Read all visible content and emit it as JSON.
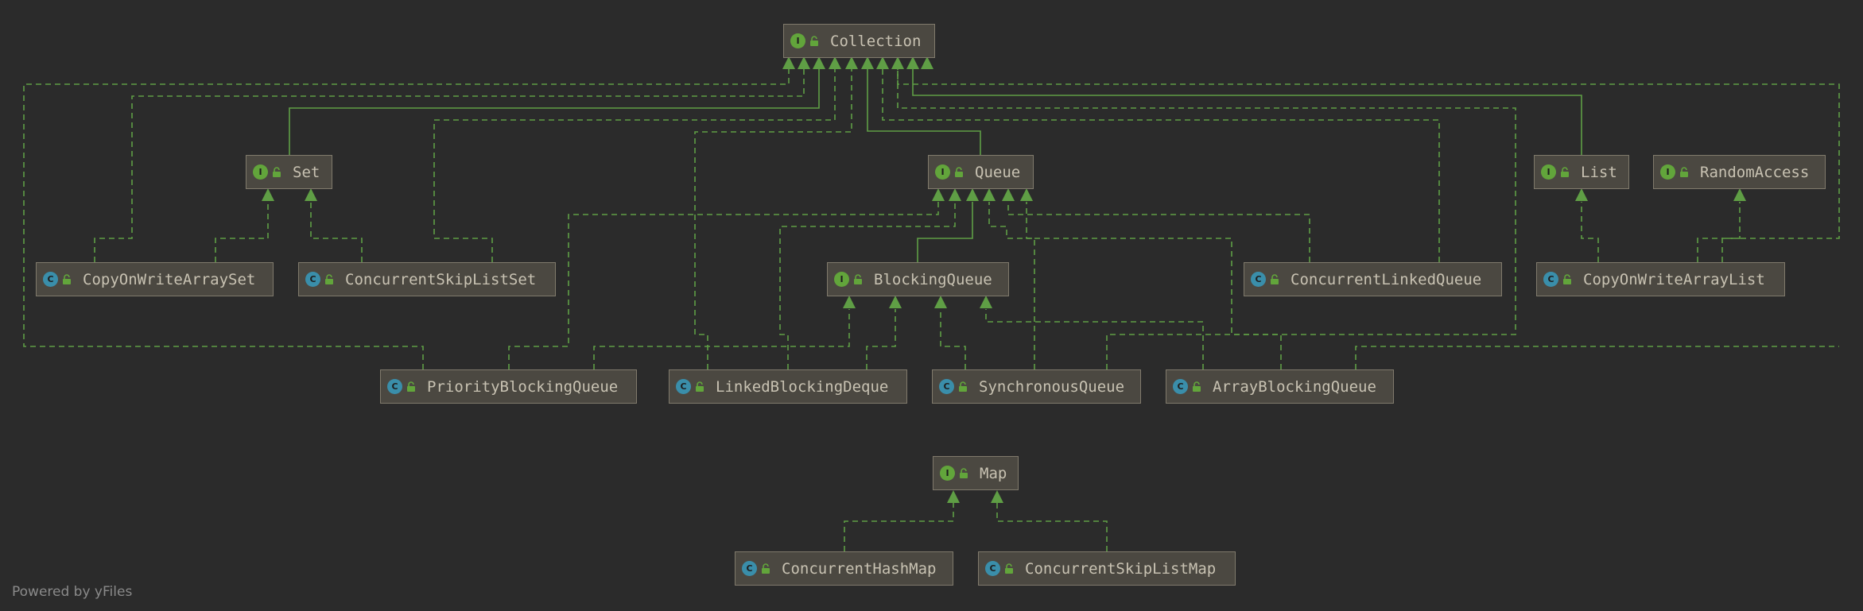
{
  "nodes": {
    "collection": {
      "label": "Collection",
      "kind": "I",
      "badge": "I"
    },
    "set": {
      "label": "Set",
      "kind": "I",
      "badge": "I"
    },
    "queue": {
      "label": "Queue",
      "kind": "I",
      "badge": "I"
    },
    "list": {
      "label": "List",
      "kind": "I",
      "badge": "I"
    },
    "random_access": {
      "label": "RandomAccess",
      "kind": "I",
      "badge": "I"
    },
    "cow_set": {
      "label": "CopyOnWriteArraySet",
      "kind": "C",
      "badge": "C"
    },
    "csl_set": {
      "label": "ConcurrentSkipListSet",
      "kind": "C",
      "badge": "C"
    },
    "blocking_queue": {
      "label": "BlockingQueue",
      "kind": "I",
      "badge": "I"
    },
    "clq": {
      "label": "ConcurrentLinkedQueue",
      "kind": "C",
      "badge": "C"
    },
    "cow_list": {
      "label": "CopyOnWriteArrayList",
      "kind": "C",
      "badge": "C"
    },
    "pbq": {
      "label": "PriorityBlockingQueue",
      "kind": "C",
      "badge": "C"
    },
    "lbd": {
      "label": "LinkedBlockingDeque",
      "kind": "C",
      "badge": "C"
    },
    "sq": {
      "label": "SynchronousQueue",
      "kind": "C",
      "badge": "C"
    },
    "abq": {
      "label": "ArrayBlockingQueue",
      "kind": "C",
      "badge": "C"
    },
    "map": {
      "label": "Map",
      "kind": "I",
      "badge": "I"
    },
    "chm": {
      "label": "ConcurrentHashMap",
      "kind": "C",
      "badge": "C"
    },
    "cslm": {
      "label": "ConcurrentSkipListMap",
      "kind": "C",
      "badge": "C"
    }
  },
  "edges": [
    {
      "from": "set",
      "to": "collection",
      "type": "extends"
    },
    {
      "from": "queue",
      "to": "collection",
      "type": "extends"
    },
    {
      "from": "list",
      "to": "collection",
      "type": "extends"
    },
    {
      "from": "blocking_queue",
      "to": "queue",
      "type": "extends"
    },
    {
      "from": "cow_set",
      "to": "set",
      "type": "implements"
    },
    {
      "from": "cow_set",
      "to": "collection",
      "type": "implements"
    },
    {
      "from": "csl_set",
      "to": "set",
      "type": "implements"
    },
    {
      "from": "csl_set",
      "to": "collection",
      "type": "implements"
    },
    {
      "from": "clq",
      "to": "queue",
      "type": "implements"
    },
    {
      "from": "clq",
      "to": "collection",
      "type": "implements"
    },
    {
      "from": "cow_list",
      "to": "list",
      "type": "implements"
    },
    {
      "from": "cow_list",
      "to": "random_access",
      "type": "implements"
    },
    {
      "from": "cow_list",
      "to": "collection",
      "type": "implements"
    },
    {
      "from": "pbq",
      "to": "blocking_queue",
      "type": "implements"
    },
    {
      "from": "pbq",
      "to": "queue",
      "type": "implements"
    },
    {
      "from": "pbq",
      "to": "collection",
      "type": "implements"
    },
    {
      "from": "lbd",
      "to": "blocking_queue",
      "type": "implements"
    },
    {
      "from": "lbd",
      "to": "queue",
      "type": "implements"
    },
    {
      "from": "lbd",
      "to": "collection",
      "type": "implements"
    },
    {
      "from": "sq",
      "to": "blocking_queue",
      "type": "implements"
    },
    {
      "from": "sq",
      "to": "queue",
      "type": "implements"
    },
    {
      "from": "sq",
      "to": "collection",
      "type": "implements"
    },
    {
      "from": "abq",
      "to": "blocking_queue",
      "type": "implements"
    },
    {
      "from": "abq",
      "to": "queue",
      "type": "implements"
    },
    {
      "from": "abq",
      "to": "collection",
      "type": "implements"
    },
    {
      "from": "chm",
      "to": "map",
      "type": "implements"
    },
    {
      "from": "cslm",
      "to": "map",
      "type": "implements"
    }
  ],
  "footer": "Powered by yFiles",
  "colors": {
    "background": "#2b2b2b",
    "node_fill": "#4b4841",
    "node_border": "#807a6c",
    "text": "#c8c2b2",
    "edge": "#5f9e45",
    "interface_badge": "#62a53b",
    "class_badge": "#3a8eaa"
  },
  "icons": {
    "interface": "interface-badge-icon",
    "class": "class-badge-icon",
    "visibility": "public-lock-icon"
  }
}
